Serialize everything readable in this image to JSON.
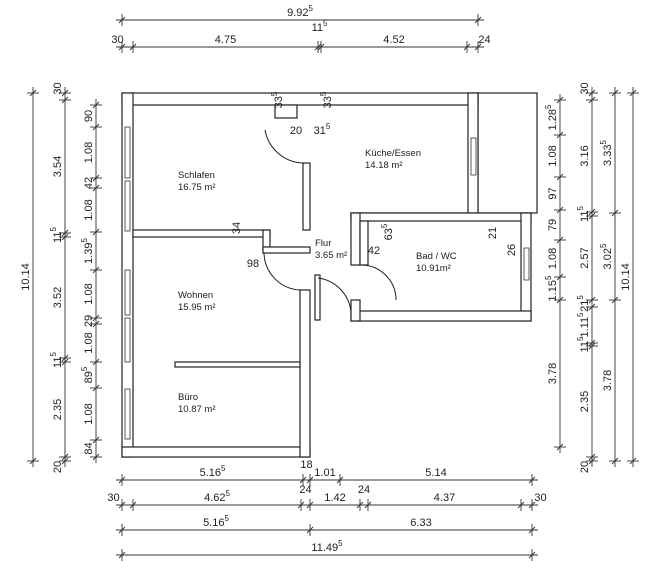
{
  "rooms": [
    {
      "name": "Schlafen",
      "area": "16.75 m²"
    },
    {
      "name": "Küche/Essen",
      "area": "14.18 m²"
    },
    {
      "name": "Flur",
      "area": "3.65 m²"
    },
    {
      "name": "Bad / WC",
      "area": "10.91m²"
    },
    {
      "name": "Wohnen",
      "area": "15.95 m²"
    },
    {
      "name": "Büro",
      "area": "10.87 m²"
    }
  ],
  "dimensions": {
    "top_total": [
      {
        "v": "9.92",
        "s": "5"
      }
    ],
    "top_chain": [
      {
        "v": "30",
        "s": ""
      },
      {
        "v": "4.75",
        "s": ""
      },
      {
        "v": "11",
        "s": "5"
      },
      {
        "v": "4.52",
        "s": ""
      },
      {
        "v": "24",
        "s": ""
      }
    ],
    "left_total": [
      {
        "v": "10.14",
        "s": ""
      }
    ],
    "left_rooms": [
      {
        "v": "30",
        "s": ""
      },
      {
        "v": "3.54",
        "s": ""
      },
      {
        "v": "11",
        "s": "5"
      },
      {
        "v": "3.52",
        "s": ""
      },
      {
        "v": "11",
        "s": "5"
      },
      {
        "v": "2.35",
        "s": ""
      },
      {
        "v": "20",
        "s": ""
      }
    ],
    "left_windows": [
      {
        "v": "90",
        "s": ""
      },
      {
        "v": "1.08",
        "s": ""
      },
      {
        "v": "42",
        "s": ""
      },
      {
        "v": "1.08",
        "s": ""
      },
      {
        "v": "1.39",
        "s": "5"
      },
      {
        "v": "1.08",
        "s": ""
      },
      {
        "v": "29",
        "s": ""
      },
      {
        "v": "1.08",
        "s": ""
      },
      {
        "v": "89",
        "s": "5"
      },
      {
        "v": "1.08",
        "s": ""
      },
      {
        "v": "84",
        "s": ""
      }
    ],
    "right_windows": [
      {
        "v": "1.28",
        "s": "5"
      },
      {
        "v": "1.08",
        "s": ""
      },
      {
        "v": "97",
        "s": ""
      },
      {
        "v": "79",
        "s": ""
      },
      {
        "v": "1.08",
        "s": ""
      },
      {
        "v": "1.15",
        "s": "5"
      },
      {
        "v": "3.78",
        "s": ""
      }
    ],
    "right_rooms": [
      {
        "v": "30",
        "s": ""
      },
      {
        "v": "3.16",
        "s": ""
      },
      {
        "v": "11",
        "s": "5"
      },
      {
        "v": "2.57",
        "s": ""
      },
      {
        "v": "21",
        "s": "5"
      },
      {
        "v": "1.11",
        "s": "5"
      },
      {
        "v": "11",
        "s": "5"
      },
      {
        "v": "2.35",
        "s": ""
      },
      {
        "v": "20",
        "s": ""
      }
    ],
    "right_sections": [
      {
        "v": "3.33",
        "s": "5"
      },
      {
        "v": "3.02",
        "s": "5"
      },
      {
        "v": "3.78",
        "s": ""
      }
    ],
    "right_total": [
      {
        "v": "10.14",
        "s": ""
      }
    ],
    "bottom_row1": [
      {
        "v": "5.16",
        "s": "5"
      },
      {
        "v": "18",
        "s": ""
      },
      {
        "v": "1.01",
        "s": ""
      },
      {
        "v": "5.14",
        "s": ""
      }
    ],
    "bottom_row2": [
      {
        "v": "30",
        "s": ""
      },
      {
        "v": "4.62",
        "s": "5"
      },
      {
        "v": "24",
        "s": ""
      },
      {
        "v": "1.42",
        "s": ""
      },
      {
        "v": "24",
        "s": ""
      },
      {
        "v": "4.37",
        "s": ""
      },
      {
        "v": "30",
        "s": ""
      }
    ],
    "bottom_row3": [
      {
        "v": "5.16",
        "s": "5"
      },
      {
        "v": "6.33",
        "s": ""
      }
    ],
    "bottom_total": [
      {
        "v": "11.49",
        "s": "5"
      }
    ],
    "inner": [
      {
        "v": "33",
        "s": "5"
      },
      {
        "v": "33",
        "s": "5"
      },
      {
        "v": "20",
        "s": ""
      },
      {
        "v": "31",
        "s": "5"
      },
      {
        "v": "34",
        "s": ""
      },
      {
        "v": "98",
        "s": ""
      },
      {
        "v": "63",
        "s": "5"
      },
      {
        "v": "42",
        "s": ""
      },
      {
        "v": "21",
        "s": ""
      },
      {
        "v": "26",
        "s": ""
      }
    ]
  }
}
